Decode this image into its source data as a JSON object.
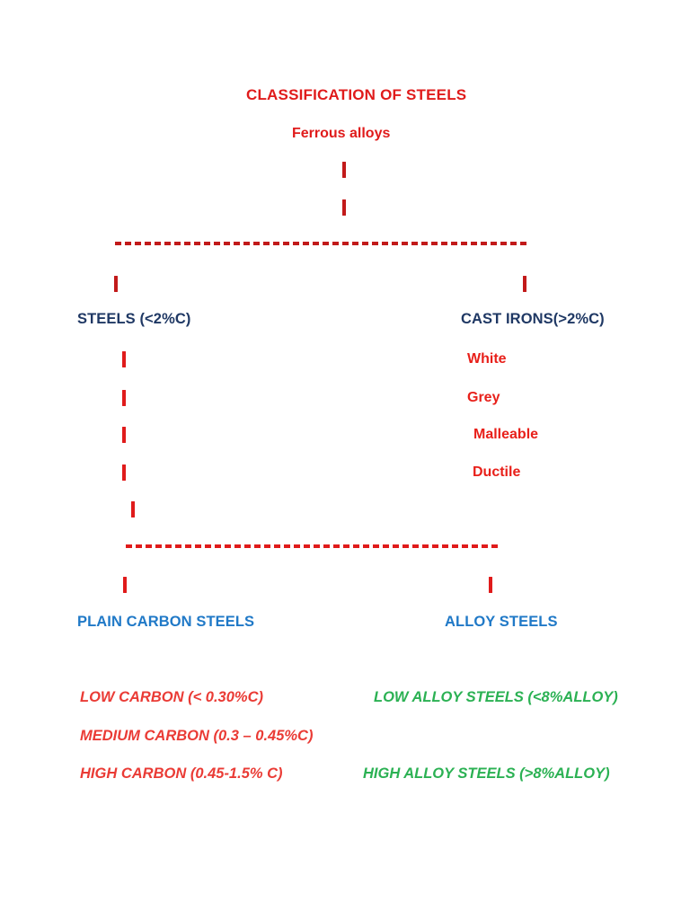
{
  "document": {
    "title": "CLASSIFICATION OF STEELS",
    "root": "Ferrous alloys"
  },
  "level1": {
    "left": "STEELS (<2%C)",
    "right": "CAST IRONS(>2%C)"
  },
  "cast_iron_types": [
    {
      "label": "White"
    },
    {
      "label": "Grey"
    },
    {
      "label": "Malleable"
    },
    {
      "label": "Ductile"
    }
  ],
  "level2": {
    "left": "PLAIN CARBON STEELS",
    "right": "ALLOY STEELS"
  },
  "plain_carbon_grades": [
    {
      "label": "LOW  CARBON (< 0.30%C)"
    },
    {
      "label": "MEDIUM CARBON (0.3 – 0.45%C)"
    },
    {
      "label": "HIGH CARBON (0.45-1.5% C)"
    }
  ],
  "alloy_grades": [
    {
      "label": "LOW ALLOY STEELS (<8%ALLOY)"
    },
    {
      "label": "HIGH ALLOY STEELS (>8%ALLOY)"
    }
  ],
  "colors": {
    "red": "#e01b1b",
    "red_bright": "#e8201a",
    "red_italic": "#ea3b35",
    "navy": "#1f3864",
    "blue": "#2079c7",
    "green": "#2bb153",
    "background": "#ffffff"
  }
}
